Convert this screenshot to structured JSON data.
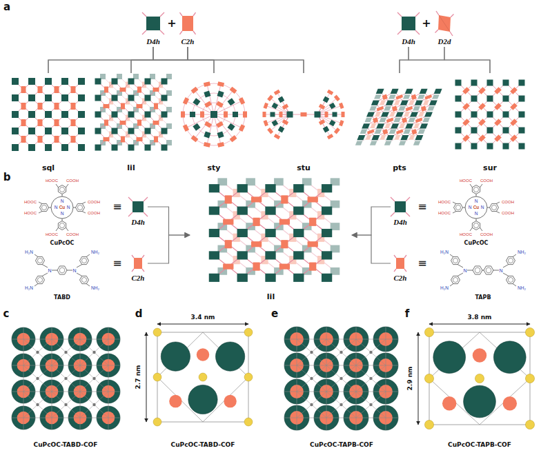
{
  "diagram": {
    "nodes": [
      {
        "text": [
          "D4h"
        ]
      },
      {
        "text": [
          "C2h"
        ]
      },
      {
        "text": [
          "D4h"
        ]
      },
      {
        "text": [
          "D2d"
        ]
      },
      {
        "text": [
          "sql"
        ]
      },
      {
        "text": [
          "lil"
        ]
      },
      {
        "text": [
          "sty"
        ]
      },
      {
        "text": [
          "stu"
        ]
      },
      {
        "text": [
          "pts"
        ]
      },
      {
        "text": [
          "sur"
        ]
      },
      {
        "text": [
          "D4h"
        ]
      },
      {
        "text": [
          "C2h"
        ]
      },
      {
        "text": [
          "lil"
        ]
      },
      {
        "text": [
          "D4h"
        ]
      },
      {
        "text": [
          "C2h"
        ]
      }
    ],
    "edges": [
      {
        "from": 0,
        "to": 4,
        "arrow": "none"
      },
      {
        "from": 0,
        "to": 5,
        "arrow": "none"
      },
      {
        "from": 0,
        "to": 6,
        "arrow": "none"
      },
      {
        "from": 0,
        "to": 7,
        "arrow": "none"
      },
      {
        "from": 1,
        "to": 4,
        "arrow": "none"
      },
      {
        "from": 1,
        "to": 5,
        "arrow": "none"
      },
      {
        "from": 1,
        "to": 6,
        "arrow": "none"
      },
      {
        "from": 1,
        "to": 7,
        "arrow": "none"
      },
      {
        "from": 2,
        "to": 8,
        "arrow": "none"
      },
      {
        "from": 2,
        "to": 9,
        "arrow": "none"
      },
      {
        "from": 3,
        "to": 8,
        "arrow": "none"
      },
      {
        "from": 3,
        "to": 9,
        "arrow": "none"
      },
      {
        "from": 10,
        "to": 12,
        "arrow": "to"
      },
      {
        "from": 11,
        "to": 12,
        "arrow": "to"
      },
      {
        "from": 13,
        "to": 12,
        "arrow": "to"
      },
      {
        "from": 14,
        "to": 12,
        "arrow": "to"
      }
    ],
    "labels": [
      "a",
      "b",
      "c",
      "d",
      "e",
      "f",
      "+",
      "+",
      "≡",
      "≡",
      "≡",
      "≡",
      "HOOC",
      "COOH",
      "HOOC",
      "HOOC",
      "COOH",
      "COOH",
      "HOOC",
      "COOH",
      "Cu",
      "N",
      "N",
      "N",
      "N",
      "CuPcOC",
      "H₂N",
      "H₂N",
      "NH₂",
      "NH₂",
      "N",
      "N",
      "TABD",
      "HOOC",
      "COOH",
      "HOOC",
      "HOOC",
      "COOH",
      "COOH",
      "HOOC",
      "COOH",
      "Cu",
      "N",
      "N",
      "N",
      "N",
      "CuPcOC",
      "H₂N",
      "H₂N",
      "NH₂",
      "NH₂",
      "N",
      "N",
      "TAPB",
      "3.4 nm",
      "2.7 nm",
      "3.8 nm",
      "2.9 nm",
      "CuPcOC-TABD-COF",
      "CuPcOC-TABD-COF",
      "CuPcOC-TAPB-COF",
      "CuPcOC-TAPB-COF"
    ]
  }
}
